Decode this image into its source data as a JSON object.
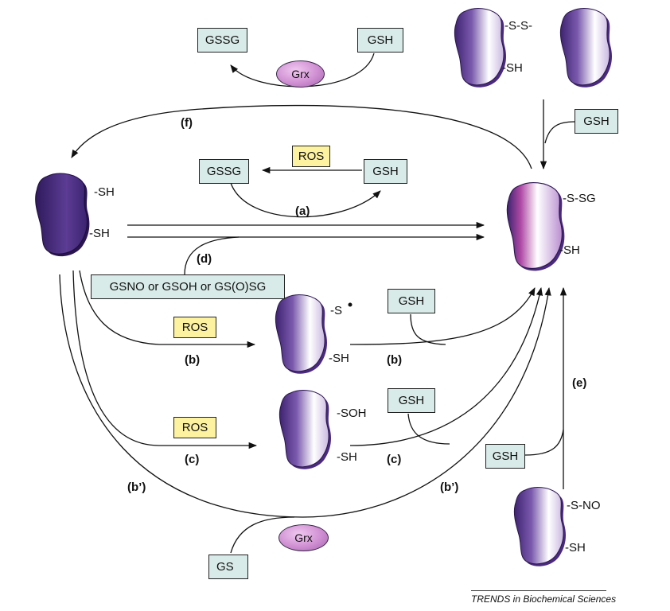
{
  "molecules": {
    "dimer": {
      "bridge": "-S-S-",
      "thiol": "-SH"
    },
    "reduced": {
      "thiol_top": "-SH",
      "thiol_bottom": "-SH"
    },
    "glutathionylated": {
      "top": "-S-SG",
      "bottom": "-SH"
    },
    "thiyl": {
      "top": "-S",
      "bottom": "-SH"
    },
    "sulfenic": {
      "top": "-SOH",
      "bottom": "-SH"
    },
    "nitrosyl": {
      "top": "-S-NO",
      "bottom": "-SH"
    }
  },
  "boxes": {
    "f_gssg": "GSSG",
    "f_gsh": "GSH",
    "dimer_gsh": "GSH",
    "a_ros": "ROS",
    "a_gssg": "GSSG",
    "a_gsh": "GSH",
    "d_donors": "GSNO or GSOH or GS(O)SG",
    "b_ros": "ROS",
    "b_gsh": "GSH",
    "c_ros": "ROS",
    "c_gsh": "GSH",
    "e_gsh": "GSH",
    "gs_radical": "GS"
  },
  "enzymes": {
    "top": "Grx",
    "bottom": "Grx"
  },
  "steps": {
    "f": "(f)",
    "a": "(a)",
    "d": "(d)",
    "b_left": "(b)",
    "b_right": "(b)",
    "c_left": "(c)",
    "c_right": "(c)",
    "e": "(e)",
    "bp_left": "(b’)",
    "bp_right": "(b’)"
  },
  "colors": {
    "protein_dark": "#4a2a7d",
    "protein_light": "#ffffff",
    "box_teal": "#d8ebe8",
    "box_yellow": "#fdf2a0",
    "enzyme": "#cf8fd2",
    "line": "#111111"
  },
  "footer": {
    "credit": "TRENDS in Biochemical Sciences"
  }
}
